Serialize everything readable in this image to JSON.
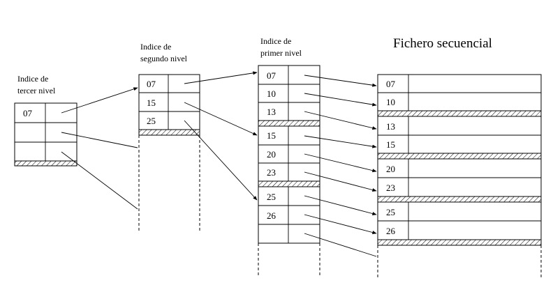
{
  "title": "Fichero secuencial",
  "index3": {
    "label_lines": [
      "Indice de",
      "tercer nivel"
    ],
    "keys": [
      "07",
      "",
      ""
    ]
  },
  "index2": {
    "label_lines": [
      "Indice de",
      "segundo nivel"
    ],
    "keys": [
      "07",
      "15",
      "25"
    ]
  },
  "index1": {
    "label_lines": [
      "Indice de",
      "primer nivel"
    ],
    "blocks": [
      [
        "07",
        "10",
        "13"
      ],
      [
        "15",
        "20",
        "23"
      ],
      [
        "25",
        "26",
        ""
      ]
    ]
  },
  "file": {
    "blocks": [
      [
        "07",
        "10"
      ],
      [
        "13",
        "15"
      ],
      [
        "20",
        "23"
      ],
      [
        "25",
        "26"
      ]
    ]
  }
}
